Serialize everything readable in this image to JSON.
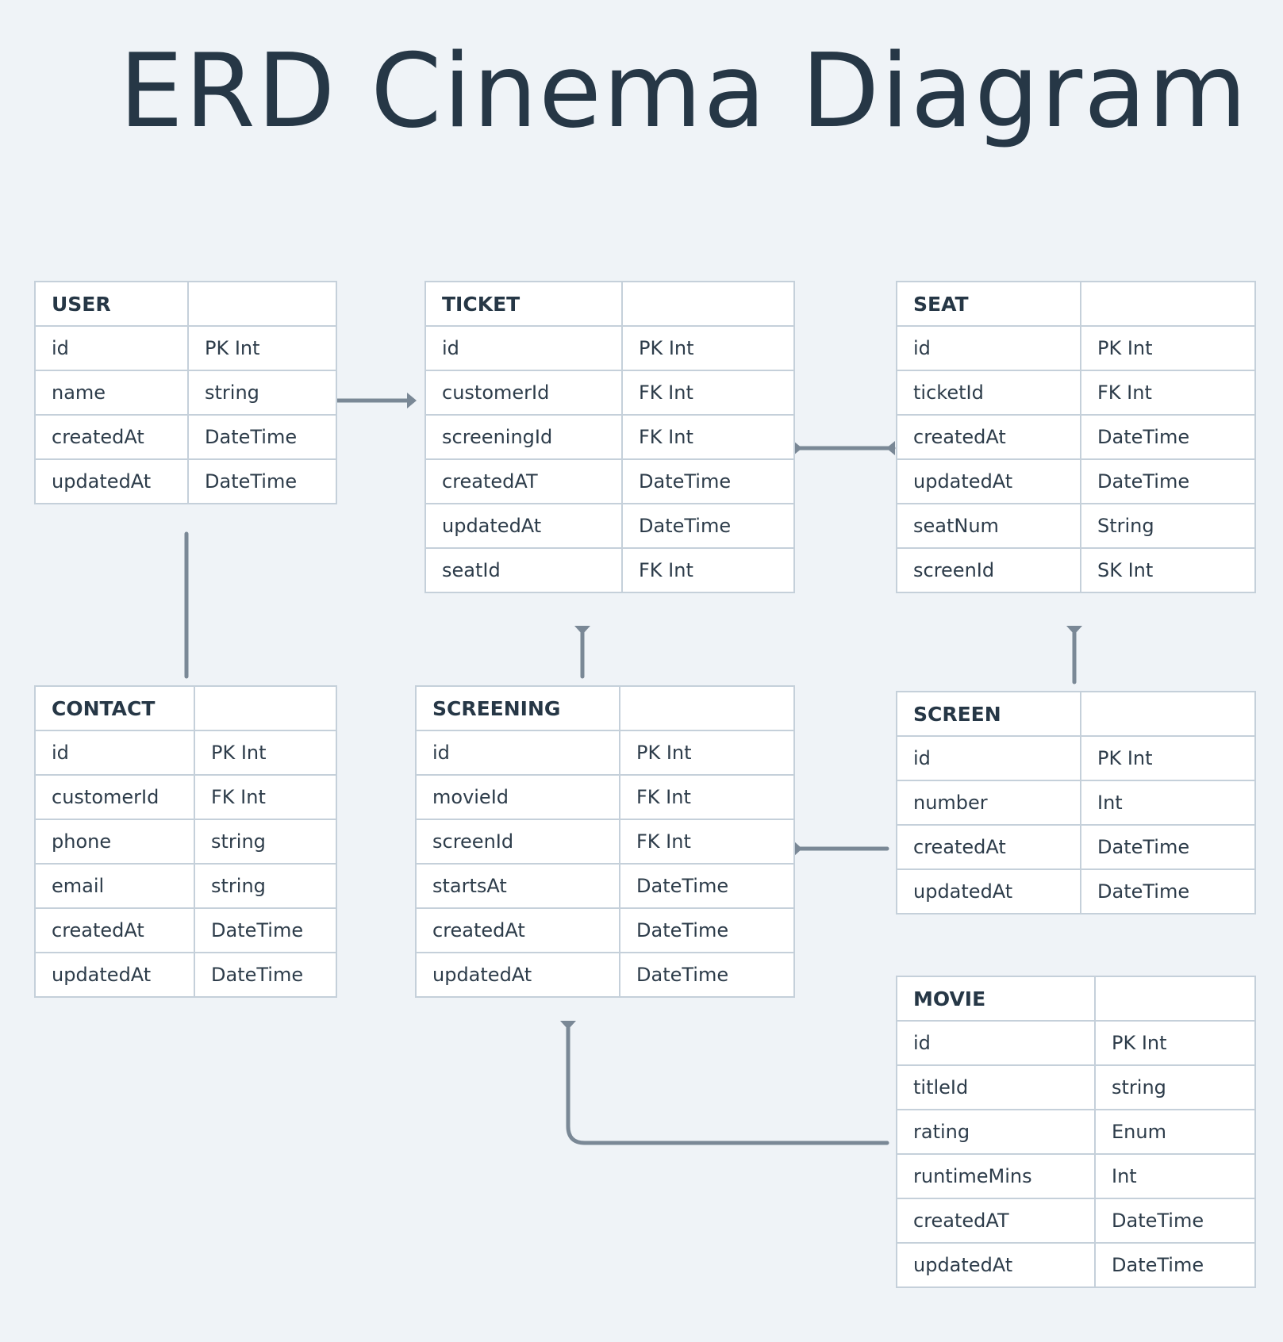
{
  "title": "ERD Cinema Diagram",
  "entities": {
    "user": {
      "name": "USER",
      "fields": [
        {
          "name": "id",
          "type": "PK Int"
        },
        {
          "name": "name",
          "type": "string"
        },
        {
          "name": "createdAt",
          "type": "DateTime"
        },
        {
          "name": "updatedAt",
          "type": "DateTime"
        }
      ]
    },
    "ticket": {
      "name": "TICKET",
      "fields": [
        {
          "name": "id",
          "type": "PK Int"
        },
        {
          "name": "customerId",
          "type": "FK Int"
        },
        {
          "name": "screeningId",
          "type": "FK Int"
        },
        {
          "name": "createdAT",
          "type": "DateTime"
        },
        {
          "name": "updatedAt",
          "type": "DateTime"
        },
        {
          "name": "seatId",
          "type": "FK Int"
        }
      ]
    },
    "seat": {
      "name": "SEAT",
      "fields": [
        {
          "name": "id",
          "type": "PK Int"
        },
        {
          "name": "ticketId",
          "type": "FK Int"
        },
        {
          "name": "createdAt",
          "type": "DateTime"
        },
        {
          "name": "updatedAt",
          "type": "DateTime"
        },
        {
          "name": "seatNum",
          "type": "String"
        },
        {
          "name": "screenId",
          "type": "SK Int"
        }
      ]
    },
    "contact": {
      "name": "CONTACT",
      "fields": [
        {
          "name": "id",
          "type": "PK Int"
        },
        {
          "name": "customerId",
          "type": "FK Int"
        },
        {
          "name": "phone",
          "type": "string"
        },
        {
          "name": "email",
          "type": "string"
        },
        {
          "name": "createdAt",
          "type": "DateTime"
        },
        {
          "name": "updatedAt",
          "type": "DateTime"
        }
      ]
    },
    "screening": {
      "name": "SCREENING",
      "fields": [
        {
          "name": "id",
          "type": "PK Int"
        },
        {
          "name": "movieId",
          "type": "FK Int"
        },
        {
          "name": "screenId",
          "type": "FK Int"
        },
        {
          "name": "startsAt",
          "type": "DateTime"
        },
        {
          "name": "createdAt",
          "type": "DateTime"
        },
        {
          "name": "updatedAt",
          "type": "DateTime"
        }
      ]
    },
    "screen": {
      "name": "SCREEN",
      "fields": [
        {
          "name": "id",
          "type": "PK Int"
        },
        {
          "name": "number",
          "type": "Int"
        },
        {
          "name": "createdAt",
          "type": "DateTime"
        },
        {
          "name": "updatedAt",
          "type": "DateTime"
        }
      ]
    },
    "movie": {
      "name": "MOVIE",
      "fields": [
        {
          "name": "id",
          "type": "PK Int"
        },
        {
          "name": "titleId",
          "type": "string"
        },
        {
          "name": "rating",
          "type": "Enum"
        },
        {
          "name": "runtimeMins",
          "type": "Int"
        },
        {
          "name": "createdAT",
          "type": "DateTime"
        },
        {
          "name": "updatedAt",
          "type": "DateTime"
        }
      ]
    }
  },
  "relationships": [
    {
      "from": "user",
      "to": "ticket"
    },
    {
      "from": "user",
      "to": "contact"
    },
    {
      "from": "ticket",
      "to": "seat"
    },
    {
      "from": "ticket",
      "to": "screening"
    },
    {
      "from": "seat",
      "to": "screen"
    },
    {
      "from": "screening",
      "to": "screen"
    },
    {
      "from": "screening",
      "to": "movie"
    }
  ],
  "colors": {
    "background": "#eff3f7",
    "border": "#c5d0da",
    "connector": "#7a8896",
    "text": "#2d3c4a"
  }
}
